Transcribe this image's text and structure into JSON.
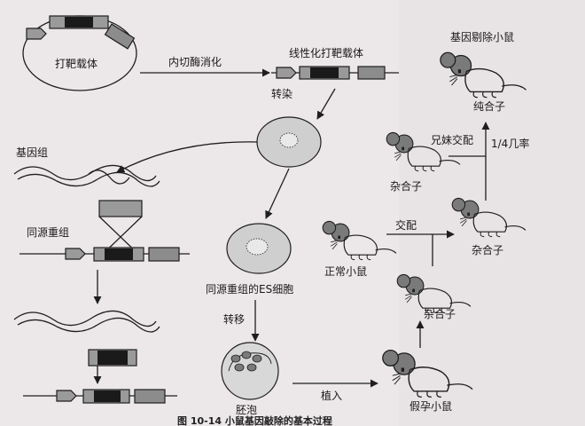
{
  "labels": {
    "targeting_vector": "打靶载体",
    "restriction_digest": "内切酶消化",
    "linearized_vector": "线性化打靶载体",
    "transfection": "转染",
    "genome": "基因组",
    "homologous_recombination": "同源重组",
    "recombined_es_cell": "同源重组的ES细胞",
    "transfer": "转移",
    "blastocyst": "胚泡",
    "implant": "植入",
    "pseudopregnant_mouse": "假孕小鼠",
    "heterozygote_1": "杂合子",
    "normal_mouse": "正常小鼠",
    "mating": "交配",
    "heterozygote_2": "杂合子",
    "sibling_mating": "兄妹交配",
    "heterozygote_3": "杂合子",
    "probability": "1/4几率",
    "homozygote": "纯合子",
    "knockout_mouse": "基因剔除小鼠"
  },
  "caption": "图 10-14  小鼠基因敲除的基本过程",
  "colors": {
    "ink": "#1e1e1e",
    "box_gray": "#8c8c8c",
    "box_dark": "#1a1a1a",
    "cell_fill": "#cfcfcf",
    "mouse_head": "#7a7a7a"
  }
}
